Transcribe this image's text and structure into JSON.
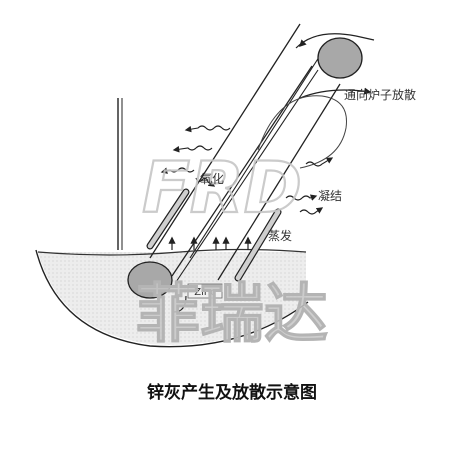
{
  "diagram": {
    "labels": {
      "to_furnace": "通向炉子放散",
      "oxidation": "氧化",
      "condensation": "凝结",
      "evaporation": "蒸发",
      "zinc": "Zinc"
    },
    "watermark": {
      "logo_text": "FRD",
      "brand_text": "菲瑞达"
    },
    "caption": "锌灰产生及放散示意图",
    "colors": {
      "line": "#222222",
      "roller_fill": "#a8a8a8",
      "bath_fill": "#ededed",
      "watermark": "#c6c6c6",
      "strip_fill": "#cfcfcf"
    }
  }
}
